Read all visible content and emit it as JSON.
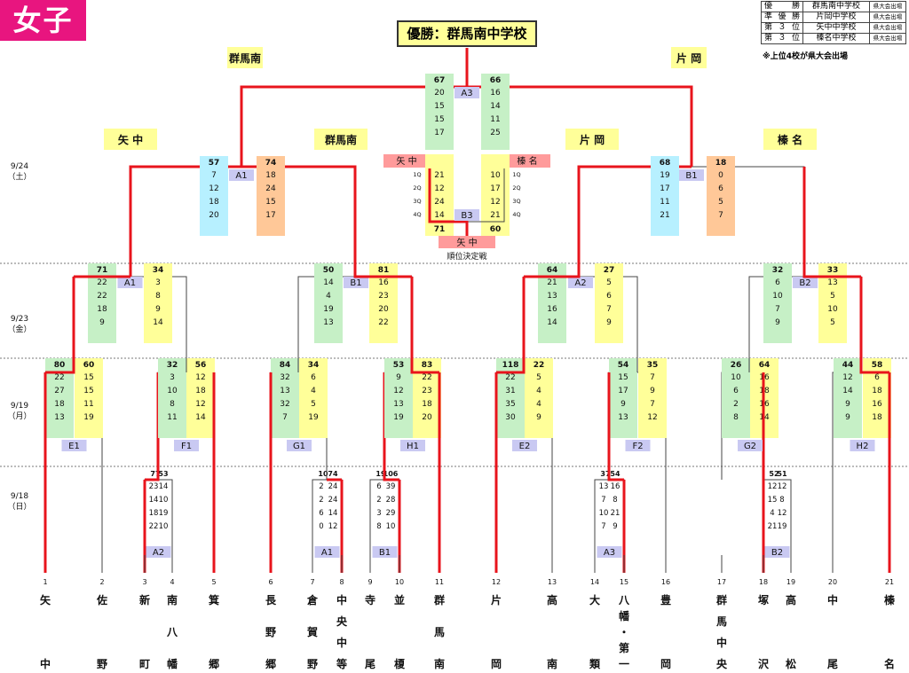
{
  "title_badge": "女子",
  "champion_banner": "優勝：群馬南中学校",
  "standings": {
    "rows": [
      {
        "position": "優勝",
        "school": "群馬南中学校",
        "note": "県大会出場"
      },
      {
        "position": "準優勝",
        "school": "片岡中学校",
        "note": "県大会出場"
      },
      {
        "position": "第３位",
        "school": "矢中中学校",
        "note": "県大会出場"
      },
      {
        "position": "第３位",
        "school": "榛名中学校",
        "note": "県大会出場"
      }
    ],
    "note": "※上位4校が県大会出場"
  },
  "dates": [
    {
      "date": "9/24",
      "day": "（土）"
    },
    {
      "date": "9/23",
      "day": "（金）"
    },
    {
      "date": "9/19",
      "day": "（月）"
    },
    {
      "date": "9/18",
      "day": "（日）"
    }
  ],
  "teams": [
    {
      "num": "1",
      "name": "矢中"
    },
    {
      "num": "2",
      "name": "佐野"
    },
    {
      "num": "3",
      "name": "新町"
    },
    {
      "num": "4",
      "name": "南八幡"
    },
    {
      "num": "5",
      "name": "箕郷"
    },
    {
      "num": "6",
      "name": "長野郷"
    },
    {
      "num": "7",
      "name": "倉賀野"
    },
    {
      "num": "8",
      "name": "中央中等"
    },
    {
      "num": "9",
      "name": "寺尾"
    },
    {
      "num": "10",
      "name": "並榎"
    },
    {
      "num": "11",
      "name": "群馬南"
    },
    {
      "num": "12",
      "name": "片岡"
    },
    {
      "num": "13",
      "name": "高南"
    },
    {
      "num": "14",
      "name": "大類"
    },
    {
      "num": "15",
      "name": "八幡・第一"
    },
    {
      "num": "16",
      "name": "豊岡"
    },
    {
      "num": "17",
      "name": "群馬中央"
    },
    {
      "num": "18",
      "name": "塚沢"
    },
    {
      "num": "19",
      "name": "高松"
    },
    {
      "num": "20",
      "name": "中尾"
    },
    {
      "num": "21",
      "name": "榛名"
    }
  ],
  "winner_labels": [
    {
      "id": "w-final-left",
      "text": "群馬南"
    },
    {
      "id": "w-final-right",
      "text": "片 岡"
    },
    {
      "id": "w-semi-1",
      "text": "矢 中"
    },
    {
      "id": "w-semi-2",
      "text": "群馬南"
    },
    {
      "id": "w-semi-3",
      "text": "片 岡"
    },
    {
      "id": "w-semi-4",
      "text": "榛 名"
    }
  ],
  "matches": [
    {
      "id": "A2_r1",
      "label": "A2",
      "left": {
        "total": "77",
        "q": [
          "23",
          "14",
          "18",
          "22"
        ]
      },
      "right": {
        "total": "53",
        "q": [
          "14",
          "10",
          "19",
          "10"
        ]
      }
    },
    {
      "id": "A3_r1",
      "label": "A3",
      "left": {
        "total": "37",
        "q": [
          "13",
          "7",
          "10",
          "7"
        ]
      },
      "right": {
        "total": "54",
        "q": [
          "16",
          "8",
          "21",
          "9"
        ]
      }
    },
    {
      "id": "A1_r1",
      "label": "A1",
      "left": {
        "total": "10",
        "q": [
          "2",
          "2",
          "6",
          "0"
        ]
      },
      "right": {
        "total": "74",
        "q": [
          "24",
          "24",
          "14",
          "12"
        ]
      }
    },
    {
      "id": "B1_r1",
      "label": "B1",
      "left": {
        "total": "19",
        "q": [
          "6",
          "2",
          "3",
          "8"
        ]
      },
      "right": {
        "total": "106",
        "q": [
          "39",
          "28",
          "29",
          "10"
        ]
      }
    },
    {
      "id": "B2_r1",
      "label": "B2",
      "left": {
        "total": "52",
        "q": [
          "12",
          "15",
          "4",
          "21"
        ]
      },
      "right": {
        "total": "51",
        "q": [
          "12",
          "8",
          "12",
          "19"
        ]
      }
    },
    {
      "id": "E1",
      "label": "E1",
      "left": {
        "total": "80",
        "q": [
          "22",
          "27",
          "18",
          "13"
        ]
      },
      "right": {
        "total": "60",
        "q": [
          "15",
          "15",
          "11",
          "19"
        ]
      }
    },
    {
      "id": "F1",
      "label": "F1",
      "left": {
        "total": "32",
        "q": [
          "3",
          "10",
          "8",
          "11"
        ]
      },
      "right": {
        "total": "56",
        "q": [
          "12",
          "18",
          "12",
          "14"
        ]
      }
    },
    {
      "id": "G1",
      "label": "G1",
      "left": {
        "total": "84",
        "q": [
          "32",
          "13",
          "32",
          "7"
        ]
      },
      "right": {
        "total": "34",
        "q": [
          "6",
          "4",
          "5",
          "19"
        ]
      }
    },
    {
      "id": "H1",
      "label": "H1",
      "left": {
        "total": "53",
        "q": [
          "9",
          "12",
          "13",
          "19"
        ]
      },
      "right": {
        "total": "83",
        "q": [
          "22",
          "23",
          "18",
          "20"
        ]
      }
    },
    {
      "id": "E2",
      "label": "E2",
      "left": {
        "total": "118",
        "q": [
          "22",
          "31",
          "35",
          "30"
        ]
      },
      "right": {
        "total": "22",
        "q": [
          "5",
          "4",
          "4",
          "9"
        ]
      }
    },
    {
      "id": "F2",
      "label": "F2",
      "left": {
        "total": "54",
        "q": [
          "15",
          "17",
          "9",
          "13"
        ]
      },
      "right": {
        "total": "35",
        "q": [
          "7",
          "9",
          "7",
          "12"
        ]
      }
    },
    {
      "id": "G2",
      "label": "G2",
      "left": {
        "total": "26",
        "q": [
          "10",
          "6",
          "2",
          "8"
        ]
      },
      "right": {
        "total": "64",
        "q": [
          "16",
          "18",
          "16",
          "14"
        ]
      }
    },
    {
      "id": "H2",
      "label": "H2",
      "left": {
        "total": "44",
        "q": [
          "12",
          "14",
          "9",
          "9"
        ]
      },
      "right": {
        "total": "58",
        "q": [
          "6",
          "18",
          "16",
          "18"
        ]
      }
    },
    {
      "id": "A1_r3",
      "label": "A1",
      "left": {
        "total": "71",
        "q": [
          "22",
          "22",
          "18",
          "9"
        ]
      },
      "right": {
        "total": "34",
        "q": [
          "3",
          "8",
          "9",
          "14"
        ]
      }
    },
    {
      "id": "B1_r3",
      "label": "B1",
      "left": {
        "total": "50",
        "q": [
          "14",
          "4",
          "19",
          "13"
        ]
      },
      "right": {
        "total": "81",
        "q": [
          "16",
          "23",
          "20",
          "22"
        ]
      }
    },
    {
      "id": "A2_r3",
      "label": "A2",
      "left": {
        "total": "64",
        "q": [
          "21",
          "13",
          "16",
          "14"
        ]
      },
      "right": {
        "total": "27",
        "q": [
          "5",
          "6",
          "7",
          "9"
        ]
      }
    },
    {
      "id": "B2_r3",
      "label": "B2",
      "left": {
        "total": "32",
        "q": [
          "6",
          "10",
          "7",
          "9"
        ]
      },
      "right": {
        "total": "33",
        "q": [
          "13",
          "5",
          "10",
          "5"
        ]
      }
    },
    {
      "id": "A1_r4",
      "label": "A1",
      "left": {
        "total": "57",
        "q": [
          "7",
          "12",
          "18",
          "20"
        ]
      },
      "right": {
        "total": "74",
        "q": [
          "18",
          "24",
          "15",
          "17"
        ]
      }
    },
    {
      "id": "B1_r4",
      "label": "B1",
      "left": {
        "total": "68",
        "q": [
          "19",
          "17",
          "11",
          "21"
        ]
      },
      "right": {
        "total": "18",
        "q": [
          "0",
          "6",
          "5",
          "7"
        ]
      }
    },
    {
      "id": "A3_final",
      "label": "A3",
      "left": {
        "total": "67",
        "q": [
          "20",
          "15",
          "15",
          "17"
        ]
      },
      "right": {
        "total": "66",
        "q": [
          "16",
          "14",
          "11",
          "25"
        ]
      }
    }
  ],
  "third_place": {
    "label": "B3",
    "left_team": "矢 中",
    "right_team": "榛 名",
    "quarters": [
      "1Q",
      "2Q",
      "3Q",
      "4Q"
    ],
    "left": {
      "total": "71",
      "q": [
        "21",
        "12",
        "24",
        "14"
      ]
    },
    "right": {
      "total": "60",
      "q": [
        "10",
        "17",
        "12",
        "21"
      ]
    },
    "winner": "矢 中",
    "caption": "順位決定戦"
  },
  "colors": {
    "win_line": "#e8141c",
    "lose_line": "#444444",
    "badge": "#e8157f",
    "banner": "#ffff99",
    "green": "#c6f0c6",
    "yellow": "#ffff99",
    "cyan": "#b7f0ff",
    "orange": "#ffc898",
    "lavender": "#c9c9f2",
    "pink": "#ff9b9b"
  }
}
